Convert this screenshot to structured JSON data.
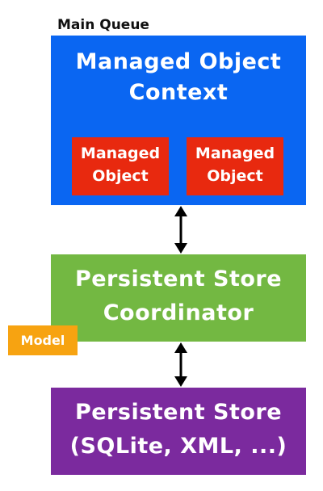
{
  "queue": {
    "label": "Main Queue"
  },
  "context": {
    "title_line1": "Managed Object",
    "title_line2": "Context",
    "color": "#0a66f2",
    "objects": [
      {
        "line1": "Managed",
        "line2": "Object"
      },
      {
        "line1": "Managed",
        "line2": "Object"
      }
    ],
    "object_color": "#e8290f"
  },
  "coordinator": {
    "title_line1": "Persistent Store",
    "title_line2": "Coordinator",
    "color": "#73b842"
  },
  "model": {
    "label": "Model",
    "color": "#f7a311"
  },
  "store": {
    "title_line1": "Persistent Store",
    "title_line2": "(SQLite, XML, ...)",
    "color": "#7b2a9e"
  },
  "arrows": [
    {
      "from": "Managed Object Context",
      "to": "Persistent Store Coordinator",
      "direction": "both"
    },
    {
      "from": "Persistent Store Coordinator",
      "to": "Persistent Store",
      "direction": "both"
    }
  ]
}
